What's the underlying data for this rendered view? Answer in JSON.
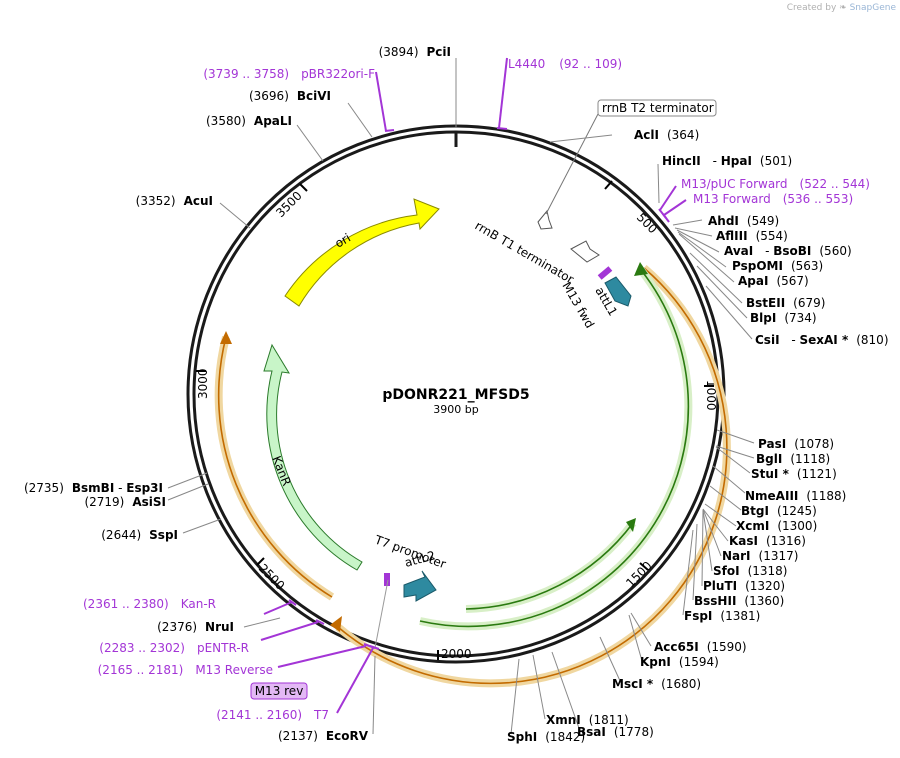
{
  "credit": {
    "created_by": "Created by",
    "brand": "SnapGene"
  },
  "plasmid": {
    "name": "pDONR221_MFSD5",
    "size_label": "3900 bp"
  },
  "ticks": [
    "500",
    "1000",
    "1500",
    "2000",
    "2500",
    "3000",
    "3500"
  ],
  "features": {
    "ori": "ori",
    "kanr": "KanR",
    "rrnb_t1": "rrnB T1 terminator",
    "rrnb_t2": "rrnB T2 terminator",
    "m13fwd": "M13 fwd",
    "attl1": "attL1",
    "t7prom": "T7 promoter",
    "attl2": "attL2"
  },
  "sites": [
    {
      "name": "PciI",
      "pos": "(3894)"
    },
    {
      "name": "BciVI",
      "pos": "(3696)"
    },
    {
      "name": "ApaLI",
      "pos": "(3580)"
    },
    {
      "name": "AcuI",
      "pos": "(3352)"
    },
    {
      "name": "AclI",
      "pos": "(364)"
    },
    {
      "name": "HincII",
      "pos": "",
      "alt": "HpaI",
      "alt_pos": "(501)"
    },
    {
      "name": "AhdI",
      "pos": "(549)"
    },
    {
      "name": "AflIII",
      "pos": "(554)"
    },
    {
      "name": "AvaI",
      "pos": "",
      "alt": "BsoBI",
      "alt_pos": "(560)"
    },
    {
      "name": "PspOMI",
      "pos": "(563)"
    },
    {
      "name": "ApaI",
      "pos": "(567)"
    },
    {
      "name": "BstEII",
      "pos": "(679)"
    },
    {
      "name": "BlpI",
      "pos": "(734)"
    },
    {
      "name": "CsiI",
      "pos": "",
      "alt": "SexAI *",
      "alt_pos": "(810)"
    },
    {
      "name": "PasI",
      "pos": "(1078)"
    },
    {
      "name": "BglI",
      "pos": "(1118)"
    },
    {
      "name": "StuI *",
      "pos": "(1121)"
    },
    {
      "name": "NmeAIII",
      "pos": "(1188)"
    },
    {
      "name": "BtgI",
      "pos": "(1245)"
    },
    {
      "name": "XcmI",
      "pos": "(1300)"
    },
    {
      "name": "KasI",
      "pos": "(1316)"
    },
    {
      "name": "NarI",
      "pos": "(1317)"
    },
    {
      "name": "SfoI",
      "pos": "(1318)"
    },
    {
      "name": "PluTI",
      "pos": "(1320)"
    },
    {
      "name": "BssHII",
      "pos": "(1360)"
    },
    {
      "name": "FspI",
      "pos": "(1381)"
    },
    {
      "name": "Acc65I",
      "pos": "(1590)"
    },
    {
      "name": "KpnI",
      "pos": "(1594)"
    },
    {
      "name": "MscI *",
      "pos": "(1680)"
    },
    {
      "name": "BsaI",
      "pos": "(1778)"
    },
    {
      "name": "XmnI",
      "pos": "(1811)"
    },
    {
      "name": "SphI",
      "pos": "(1842)"
    },
    {
      "name": "EcoRV",
      "pos": "(2137)"
    },
    {
      "name": "NruI",
      "pos": "(2376)"
    },
    {
      "name": "SspI",
      "pos": "(2644)"
    },
    {
      "name": "AsiSI",
      "pos": "(2719)"
    },
    {
      "name": "BsmBI",
      "pos": "(2735)",
      "alt": "Esp3I",
      "alt_pos": ""
    }
  ],
  "primers": [
    {
      "name": "L4440",
      "range": "(92 .. 109)"
    },
    {
      "name": "M13/pUC Forward",
      "range": "(522 .. 544)"
    },
    {
      "name": "M13 Forward",
      "range": "(536 .. 553)"
    },
    {
      "name": "pBR322ori-F",
      "range": "(3739 .. 3758)"
    },
    {
      "name": "Kan-R",
      "range": "(2361 .. 2380)"
    },
    {
      "name": "pENTR-R",
      "range": "(2283 .. 2302)"
    },
    {
      "name": "M13 Reverse",
      "range": "(2165 .. 2181)"
    },
    {
      "name": "M13 rev",
      "range": ""
    },
    {
      "name": "T7",
      "range": "(2141 .. 2160)"
    }
  ],
  "colors": {
    "ring": "#1a1a1a",
    "ori": "#ffff00",
    "kanr": "#c8f5c8",
    "green_orf": "#5aa02c",
    "orange_orf": "#e8a23c",
    "teal_arrow": "#2e8aa0",
    "primer": "#a335d6",
    "primer_box": "#e3b8f5"
  }
}
